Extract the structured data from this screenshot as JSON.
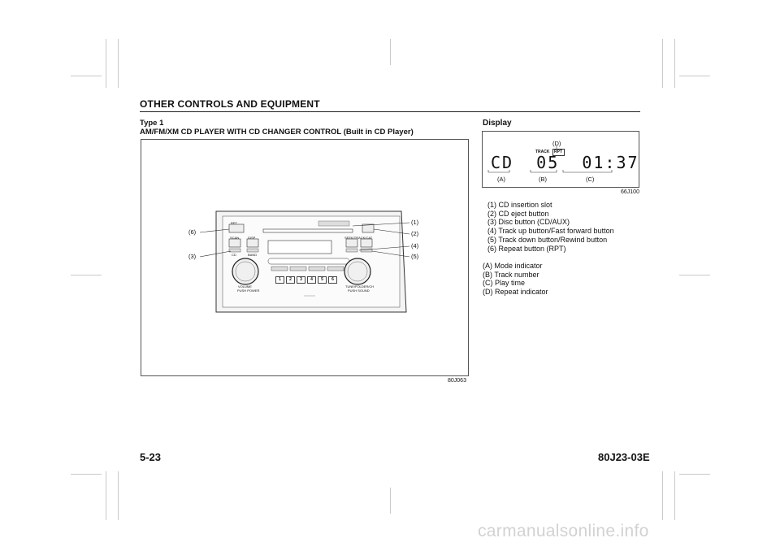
{
  "header": {
    "section_title": "OTHER CONTROLS AND EQUIPMENT"
  },
  "type_heading": {
    "line1": "Type 1",
    "line2": "AM/FM/XM CD PLAYER WITH CD CHANGER CONTROL (Built in CD Player)"
  },
  "figure1": {
    "code": "80J063",
    "callouts_left": [
      "(6)",
      "(3)"
    ],
    "callouts_right": [
      "(1)",
      "(2)",
      "(4)",
      "(5)"
    ],
    "panel_labels": {
      "rpt": "RPT",
      "scan": "SCAN",
      "disp": "DISP",
      "cd": "CD",
      "band": "BAND",
      "seek_track_cat": "SEEK/TRACK/CAT",
      "volume": "VOLUME",
      "volume_sub": "PUSH POWER",
      "tune": "TUNE/FOLDER/CH",
      "tune_sub": "PUSH SOUND",
      "presets": [
        "1",
        "2",
        "3",
        "4",
        "5",
        "6"
      ]
    }
  },
  "display": {
    "heading": "Display",
    "code": "66J100",
    "lcd_text": "CD  05  01:37",
    "track_label": "TRACK",
    "rpt_label": "RPT",
    "labels": {
      "d": "(D)",
      "a": "(A)",
      "b": "(B)",
      "c": "(C)"
    }
  },
  "legend_numbers": "(1) CD insertion slot\n(2) CD eject button\n(3) Disc button (CD/AUX)\n(4) Track up button/Fast forward button\n(5) Track down button/Rewind button\n(6) Repeat button (RPT)",
  "legend_letters": "(A) Mode indicator\n(B) Track number\n(C) Play time\n(D) Repeat indicator",
  "footer": {
    "page_number": "5-23",
    "doc_code": "80J23-03E"
  },
  "watermark": "carmanualsonline.info"
}
